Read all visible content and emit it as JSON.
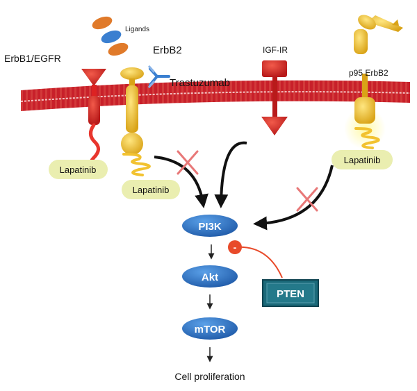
{
  "labels": {
    "ligands": "Ligands",
    "erbb1": "ErbB1/EGFR",
    "erbb2": "ErbB2",
    "trastuzumab": "Trastuzumab",
    "igf1r": "IGF-IR",
    "p95": "p95 ErbB2",
    "lapatinib_1": "Lapatinib",
    "lapatinib_2": "Lapatinib",
    "lapatinib_3": "Lapatinib",
    "pi3k": "PI3K",
    "akt": "Akt",
    "mtor": "mTOR",
    "pten": "PTEN",
    "output": "Cell proliferation",
    "inhibit_sign": "-"
  },
  "colors": {
    "membrane": "#c8202a",
    "erbb1": "#e8352d",
    "erbb2": "#f2c230",
    "igf1r": "#c81e22",
    "node": "#2f74c0",
    "pten": "#1b6a7a",
    "ligand_orange": "#e07a2a",
    "ligand_blue": "#3a7fd0",
    "lapatinib_bg": "#eaeeb0",
    "block_x": "#e87878",
    "inhibitor": "#e84a2a"
  }
}
